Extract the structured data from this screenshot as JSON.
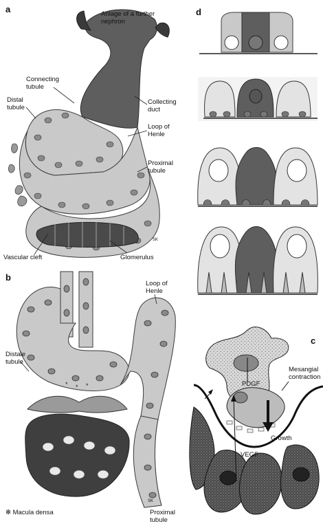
{
  "panel_a": {
    "letter": "a",
    "labels": {
      "anlage_1": "Anlage of a further",
      "anlage_2": "nephron",
      "connecting_1": "Connecting",
      "connecting_2": "tubule",
      "distal_1": "Distal",
      "distal_2": "tubule",
      "collecting_1": "Collecting",
      "collecting_2": "duct",
      "loop_1": "Loop of",
      "loop_2": "Henle",
      "proximal_1": "Proximal",
      "proximal_2": "tubule",
      "vascular": "Vascular cleft",
      "glomerulus": "Glomerulus",
      "signature": "SK"
    }
  },
  "panel_b": {
    "letter": "b",
    "labels": {
      "distale_1": "Distale",
      "distale_2": "tubule",
      "loop_1": "Loop of",
      "loop_2": "Henle",
      "macula": "✻ Macula densa",
      "proximal_1": "Proximal",
      "proximal_2": "tubule",
      "signature": "SK"
    }
  },
  "panel_c": {
    "letter": "c",
    "labels": {
      "pdgf": "PDGF",
      "vegf": "VEGF",
      "growth": "Growth",
      "mesangial_1": "Mesangial",
      "mesangial_2": "contraction"
    }
  },
  "panel_d": {
    "letter": "d"
  },
  "colors": {
    "cell_fill": "#c9c9c9",
    "nucleus": "#8a8a8a",
    "dark_cell": "#5e5e5e",
    "outline": "#2c2c2c"
  }
}
